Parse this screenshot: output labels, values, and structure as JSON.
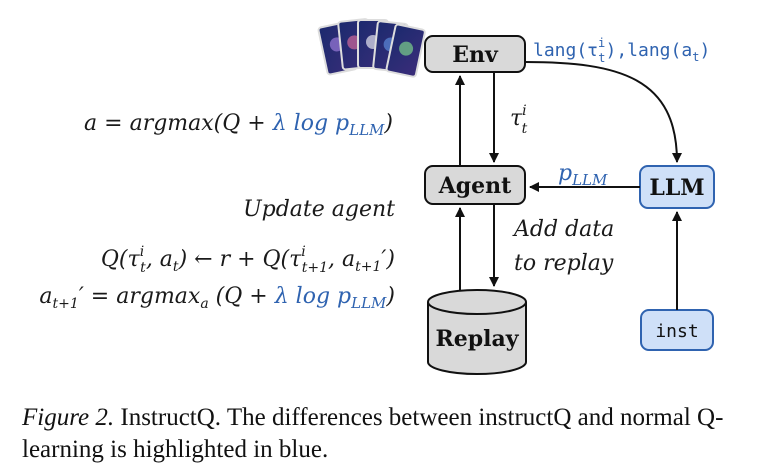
{
  "nodes": {
    "env": "Env",
    "agent": "Agent",
    "llm": "LLM",
    "replay": "Replay",
    "inst": "inst"
  },
  "edges": {
    "env_to_llm": "lang(τ",
    "env_to_llm_sup": "i",
    "env_to_llm_sub": "t",
    "env_to_llm_mid": "),lang(a",
    "env_to_llm_sub2": "t",
    "env_to_llm_end": ")",
    "env_to_agent_tau": "τ",
    "env_to_agent_sup": "i",
    "env_to_agent_sub": "t",
    "llm_to_agent": "p",
    "llm_to_agent_sub": "LLM",
    "agent_to_replay_line1": "Add data",
    "agent_to_replay_line2": "to replay"
  },
  "equations": {
    "action": {
      "lhs": "a = argmax(Q + ",
      "lambda_log": "λ log p",
      "sub": "LLM",
      "end": ")"
    },
    "update_title": "Update agent",
    "q_update": {
      "part1": "Q(τ",
      "sup1": "i",
      "sub1": "t",
      "part2": ", a",
      "sub2": "t",
      "part3": ") ← r + Q(τ",
      "sup3": "i",
      "sub3": "t+1",
      "part4": ", a",
      "sub4": "t+1",
      "part5": "′)"
    },
    "next_action": {
      "a": "a",
      "sub": "t+1",
      "mid": "′ = argmax",
      "sub2": "a",
      "paren": " (Q + ",
      "lambda_log": "λ log p",
      "sub3": "LLM",
      "end": ")"
    }
  },
  "caption": {
    "figure_label": "Figure 2.",
    "text": " InstructQ. The differences between instructQ and normal Q-learning is highlighted in blue."
  },
  "colors": {
    "highlight_blue": "#2f63b0",
    "llm_fill": "#cfe0f8",
    "llm_stroke": "#2f63b0",
    "gray_fill": "#d9d9d9"
  },
  "icons": [
    "playing-cards-image"
  ]
}
